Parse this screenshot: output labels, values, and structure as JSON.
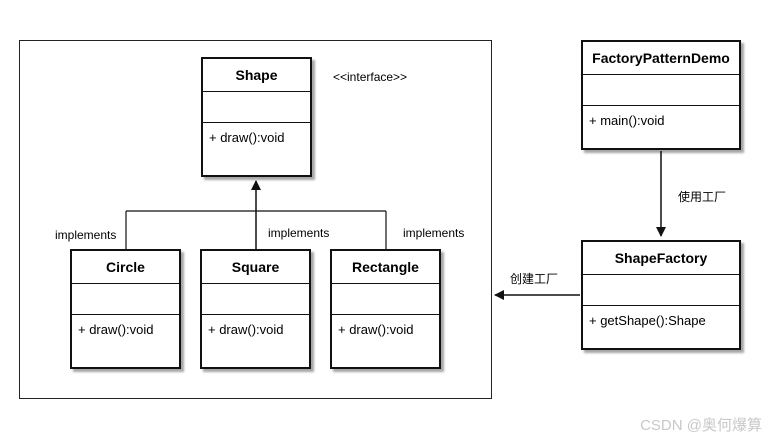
{
  "diagram": {
    "interface_stereotype": "<<interface>>",
    "implements_label": "implements",
    "classes": {
      "shape": {
        "name": "Shape",
        "operation": "+ draw():void"
      },
      "circle": {
        "name": "Circle",
        "operation": "+ draw():void"
      },
      "square": {
        "name": "Square",
        "operation": "+ draw():void"
      },
      "rectangle": {
        "name": "Rectangle",
        "operation": "+ draw():void"
      },
      "demo": {
        "name": "FactoryPatternDemo",
        "operation": "+ main():void"
      },
      "factory": {
        "name": "ShapeFactory",
        "operation": "+ getShape():Shape"
      }
    },
    "edges": {
      "uses_factory": "使用工厂",
      "creates_factory": "创建工厂"
    }
  },
  "watermark": "CSDN @奥何爆算"
}
